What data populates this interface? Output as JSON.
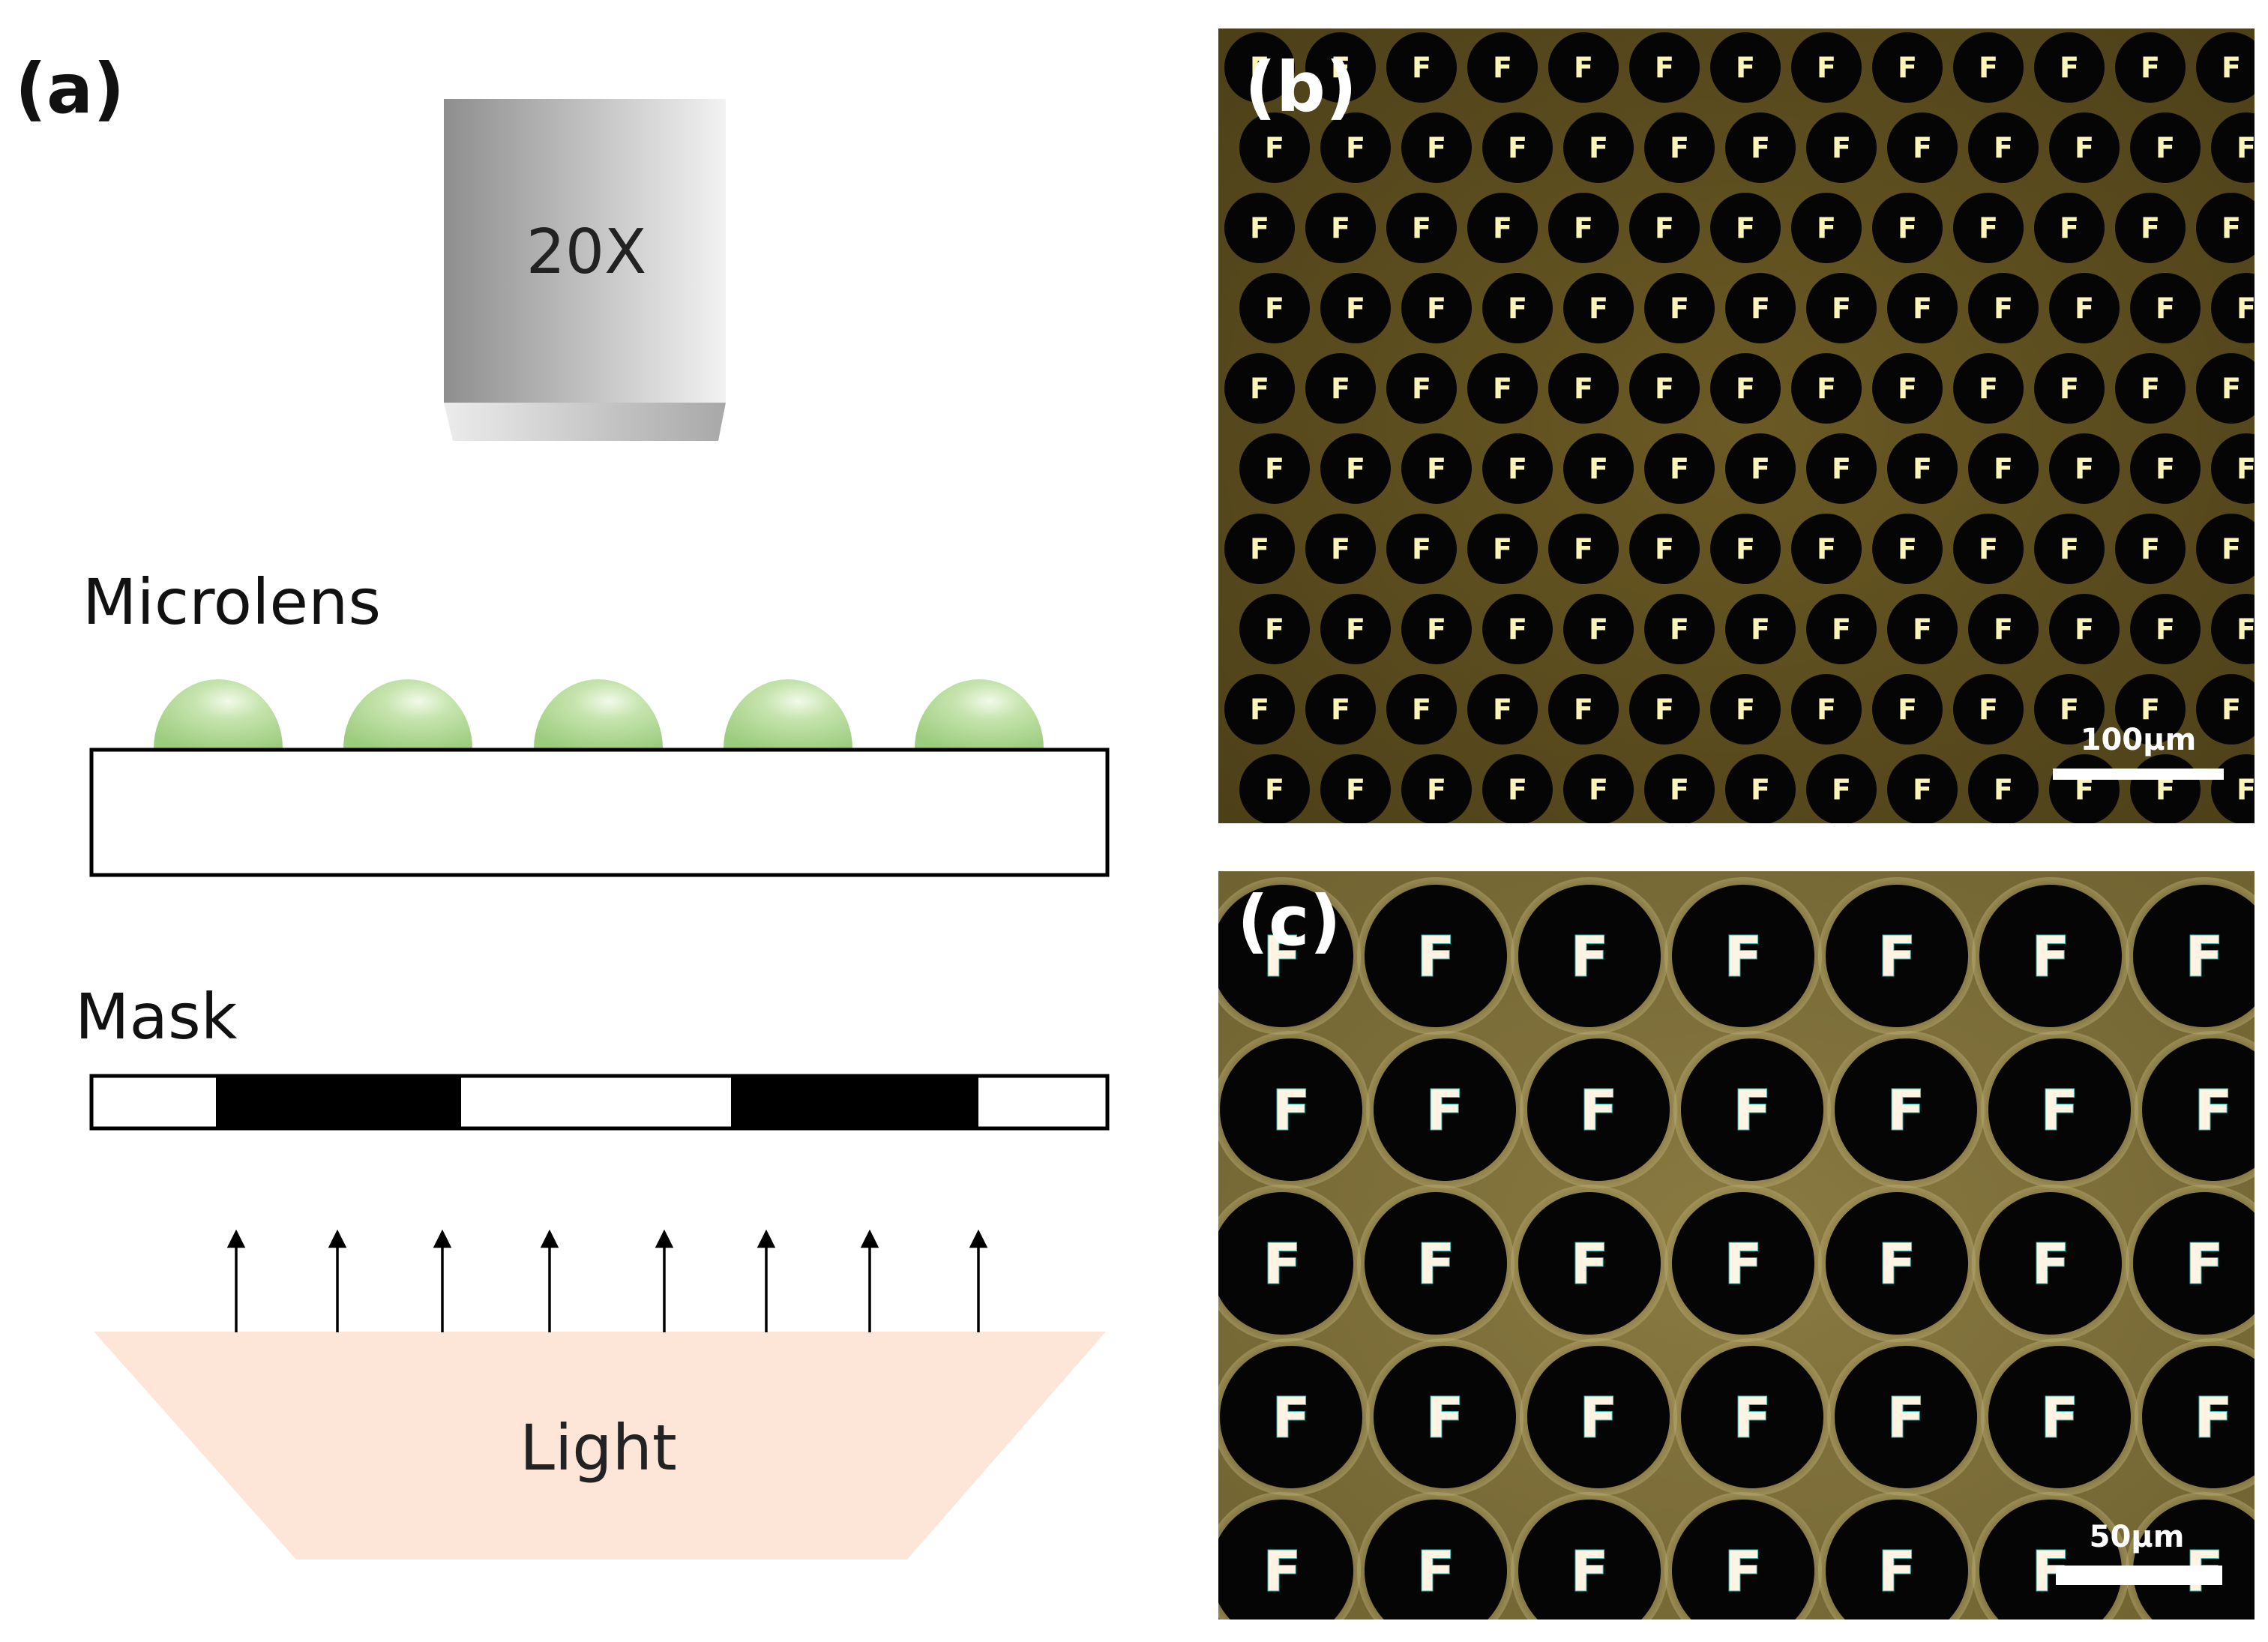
{
  "panel_a": {
    "label": "(a)",
    "objective_label": "20X",
    "microlens_label": "Microlens",
    "mask_label": "Mask",
    "light_label": "Light",
    "microlens_count": 5,
    "arrow_count": 8,
    "mask_segments": [
      "clear",
      "opaque",
      "clear",
      "opaque",
      "clear"
    ],
    "colors": {
      "lens_fill": "#b9dca0",
      "light_fill": "#fde6d8",
      "objective_dark": "#8e8e8e",
      "objective_light": "#f2f2f2"
    }
  },
  "panel_b": {
    "label": "(b)",
    "image_letter": "F",
    "scale_bar_label": "100μm",
    "grid_rows": 10,
    "grid_cols": 13
  },
  "panel_c": {
    "label": "(c)",
    "image_letter": "F",
    "scale_bar_label": "50μm",
    "grid_rows": 5,
    "grid_cols": 7
  }
}
